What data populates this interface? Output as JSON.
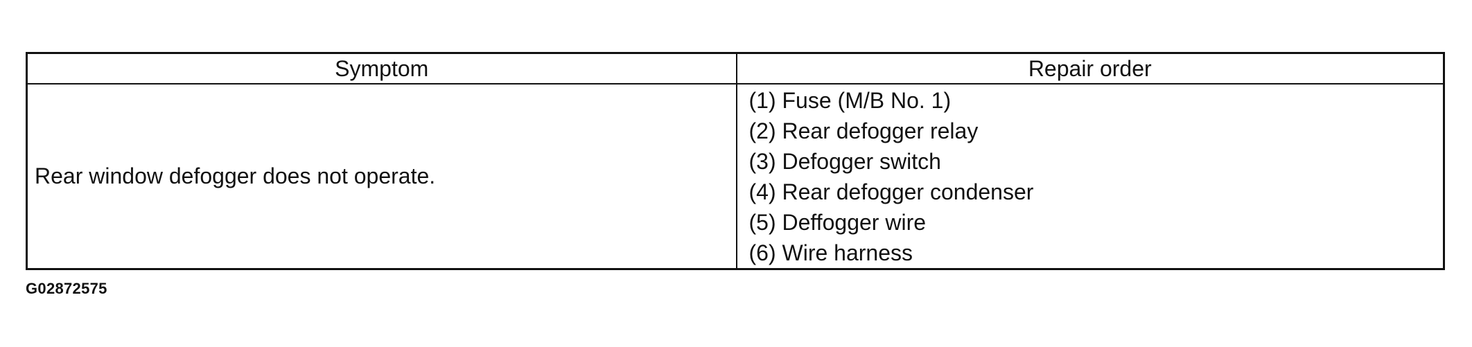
{
  "table": {
    "headers": {
      "symptom": "Symptom",
      "repair_order": "Repair order"
    },
    "rows": [
      {
        "symptom": "Rear window defogger does not operate.",
        "repair_order": [
          "(1) Fuse (M/B No. 1)",
          "(2) Rear defogger relay",
          "(3) Defogger switch",
          "(4) Rear defogger condenser",
          "(5) Deffogger wire",
          "(6) Wire harness"
        ]
      }
    ]
  },
  "figure_id": "G02872575"
}
